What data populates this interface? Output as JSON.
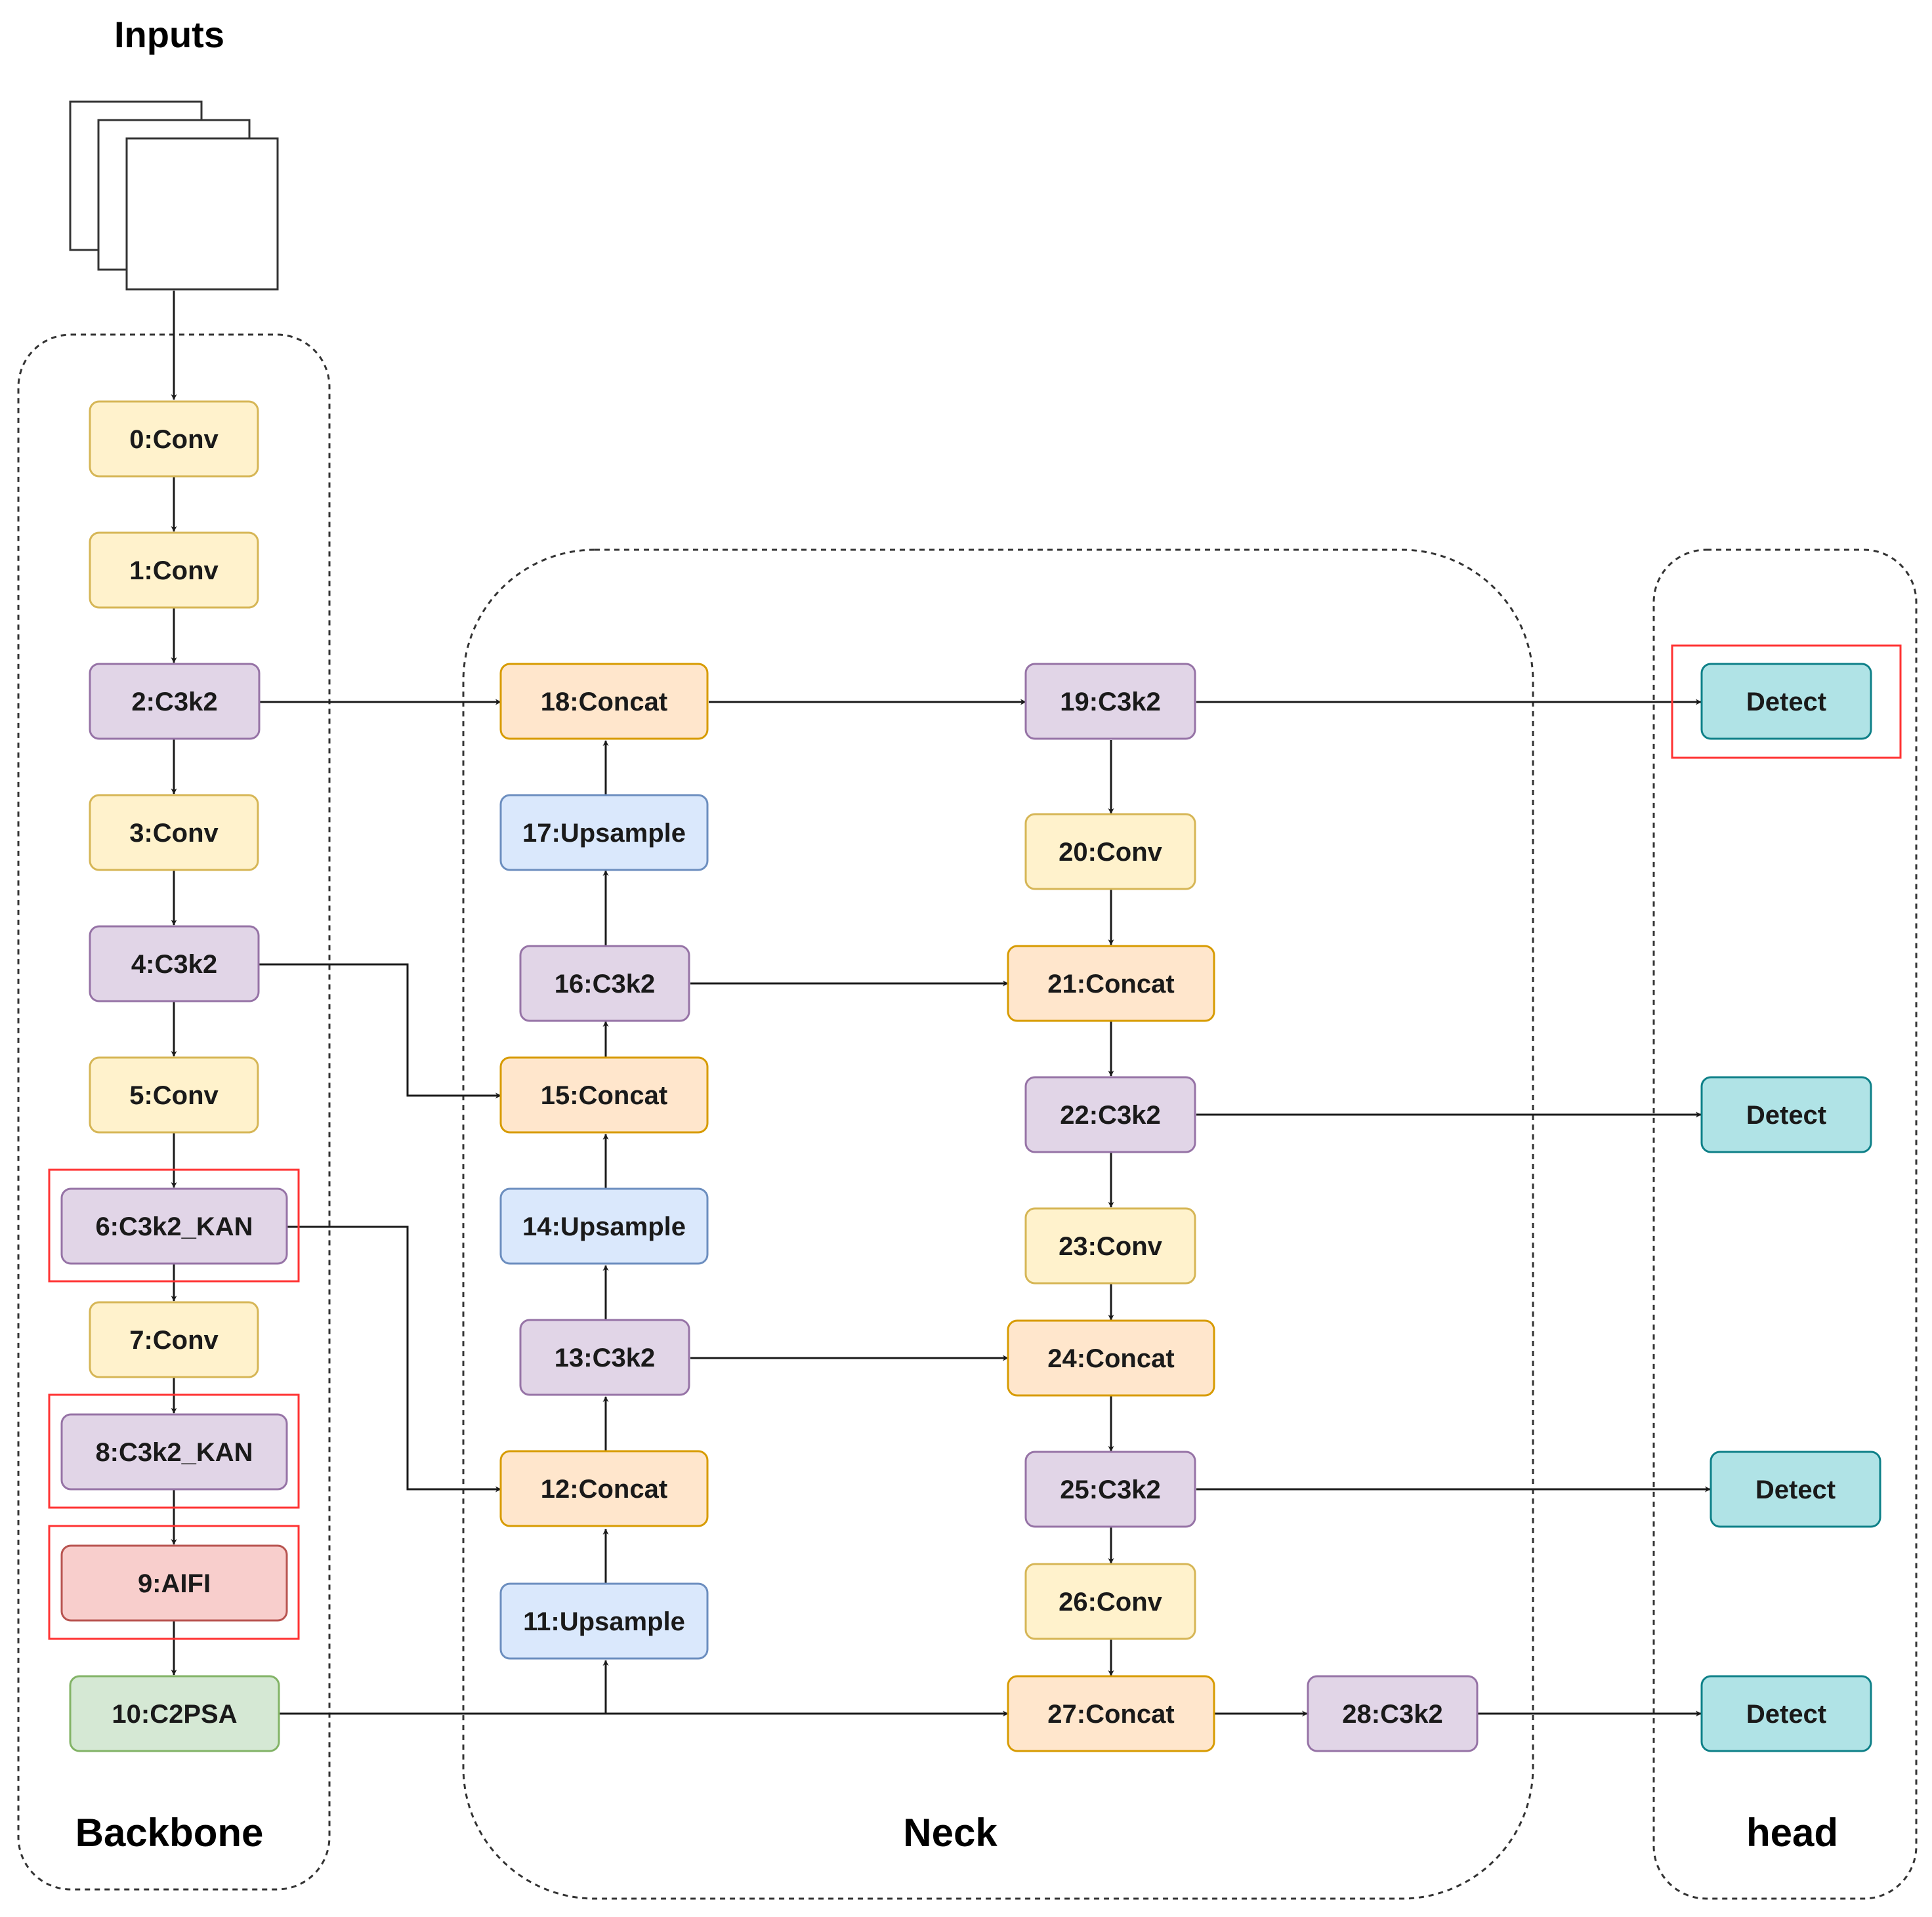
{
  "title": "Inputs",
  "sections": {
    "backbone": "Backbone",
    "neck": "Neck",
    "head": "head"
  },
  "colors": {
    "conv": {
      "fill": "#fff2cc",
      "stroke": "#d6b656"
    },
    "c3k2": {
      "fill": "#e1d5e7",
      "stroke": "#9673a6"
    },
    "concat": {
      "fill": "#ffe6cc",
      "stroke": "#d79b00"
    },
    "upsample": {
      "fill": "#dae8fc",
      "stroke": "#6c8ebf"
    },
    "aifi": {
      "fill": "#f8cecc",
      "stroke": "#b85450"
    },
    "c2psa": {
      "fill": "#d5e8d4",
      "stroke": "#82b366"
    },
    "detect": {
      "fill": "#b0e3e6",
      "stroke": "#0e8088"
    },
    "highlight": "#ff3333"
  },
  "nodes": {
    "n0": "0:Conv",
    "n1": "1:Conv",
    "n2": "2:C3k2",
    "n3": "3:Conv",
    "n4": "4:C3k2",
    "n5": "5:Conv",
    "n6": "6:C3k2_KAN",
    "n7": "7:Conv",
    "n8": "8:C3k2_KAN",
    "n9": "9:AIFI",
    "n10": "10:C2PSA",
    "n11": "11:Upsample",
    "n12": "12:Concat",
    "n13": "13:C3k2",
    "n14": "14:Upsample",
    "n15": "15:Concat",
    "n16": "16:C3k2",
    "n17": "17:Upsample",
    "n18": "18:Concat",
    "n19": "19:C3k2",
    "n20": "20:Conv",
    "n21": "21:Concat",
    "n22": "22:C3k2",
    "n23": "23:Conv",
    "n24": "24:Concat",
    "n25": "25:C3k2",
    "n26": "26:Conv",
    "n27": "27:Concat",
    "n28": "28:C3k2",
    "d1": "Detect",
    "d2": "Detect",
    "d3": "Detect",
    "d4": "Detect"
  },
  "edges": [
    [
      "input",
      "n0"
    ],
    [
      "n0",
      "n1"
    ],
    [
      "n1",
      "n2"
    ],
    [
      "n2",
      "n3"
    ],
    [
      "n3",
      "n4"
    ],
    [
      "n4",
      "n5"
    ],
    [
      "n5",
      "n6"
    ],
    [
      "n6",
      "n7"
    ],
    [
      "n7",
      "n8"
    ],
    [
      "n8",
      "n9"
    ],
    [
      "n9",
      "n10"
    ],
    [
      "n10",
      "n11"
    ],
    [
      "n10",
      "n27"
    ],
    [
      "n11",
      "n12"
    ],
    [
      "n6",
      "n12"
    ],
    [
      "n12",
      "n13"
    ],
    [
      "n13",
      "n14"
    ],
    [
      "n13",
      "n24"
    ],
    [
      "n14",
      "n15"
    ],
    [
      "n4",
      "n15"
    ],
    [
      "n15",
      "n16"
    ],
    [
      "n16",
      "n17"
    ],
    [
      "n16",
      "n21"
    ],
    [
      "n17",
      "n18"
    ],
    [
      "n2",
      "n18"
    ],
    [
      "n18",
      "n19"
    ],
    [
      "n19",
      "n20"
    ],
    [
      "n19",
      "d1"
    ],
    [
      "n20",
      "n21"
    ],
    [
      "n21",
      "n22"
    ],
    [
      "n22",
      "n23"
    ],
    [
      "n22",
      "d2"
    ],
    [
      "n23",
      "n24"
    ],
    [
      "n24",
      "n25"
    ],
    [
      "n25",
      "n26"
    ],
    [
      "n25",
      "d3"
    ],
    [
      "n26",
      "n27"
    ],
    [
      "n27",
      "n28"
    ],
    [
      "n28",
      "d4"
    ]
  ]
}
